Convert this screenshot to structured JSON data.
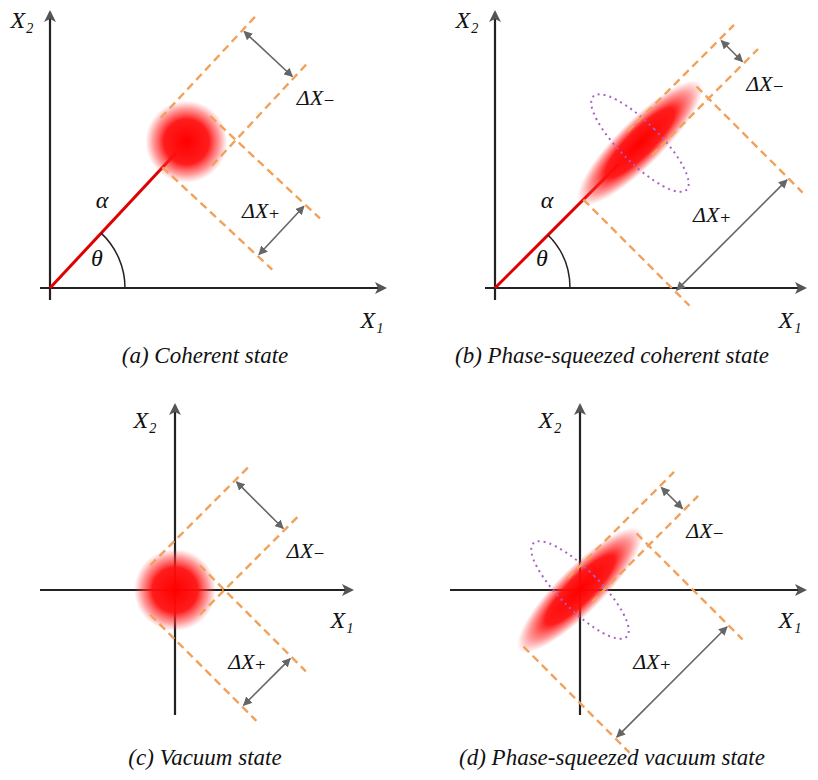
{
  "diagram": {
    "labels": [
      "X₂",
      "X₁",
      "ΔX₋",
      "ΔX₊",
      "α",
      "θ",
      "(a) Coherent state",
      "X₂",
      "X₁",
      "ΔX₋",
      "ΔX₊",
      "α",
      "θ",
      "(b) Phase-squeezed coherent state",
      "X₂",
      "X₁",
      "ΔX₋",
      "ΔX₊",
      "(c) Vacuum state",
      "X₂",
      "X₁",
      "ΔX₋",
      "ΔX₊",
      "(d) Phase-squeezed vacuum state"
    ]
  }
}
